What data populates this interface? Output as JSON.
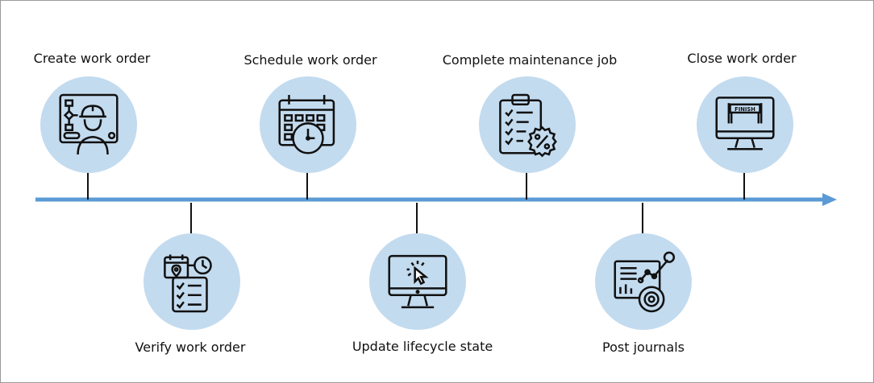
{
  "steps": [
    {
      "id": "create",
      "label": "Create work order",
      "icon": "engineer-workflow-icon"
    },
    {
      "id": "verify",
      "label": "Verify work order",
      "icon": "calendar-checklist-icon"
    },
    {
      "id": "schedule",
      "label": "Schedule work order",
      "icon": "calendar-clock-icon"
    },
    {
      "id": "update",
      "label": "Update lifecycle state",
      "icon": "monitor-click-icon"
    },
    {
      "id": "complete",
      "label": "Complete maintenance job",
      "icon": "clipboard-percent-icon"
    },
    {
      "id": "post",
      "label": "Post journals",
      "icon": "analytics-dashboard-icon"
    },
    {
      "id": "close",
      "label": "Close work order",
      "icon": "monitor-finish-icon"
    }
  ],
  "colors": {
    "circle_fill": "#c3dbef",
    "arrow": "#5b9bd5",
    "connector": "#111111",
    "text": "#111111"
  },
  "finish_banner_text": "FINISH"
}
